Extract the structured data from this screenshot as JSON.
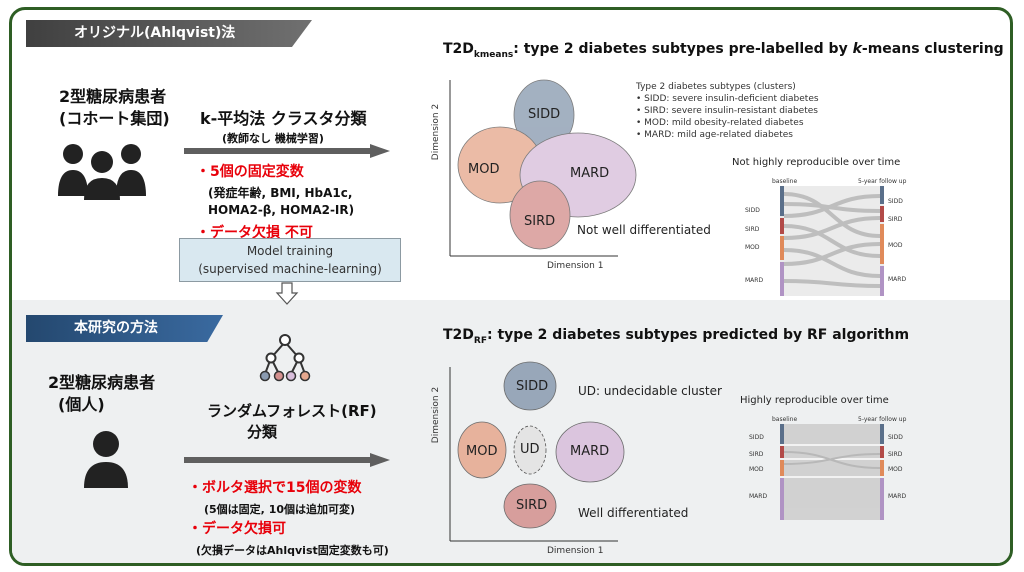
{
  "top": {
    "tag": "オリジナル(Ahlqvist)法",
    "patient_line1": "2型糖尿病患者",
    "patient_line2": "(コホート集団)",
    "method_title": "k-平均法 クラスタ分類",
    "method_sub": "(教師なし 機械学習)",
    "bullet1": "・5個の固定変数",
    "vars_line1": "(発症年齢, BMI, HbA1c,",
    "vars_line2": "HOMA2-β, HOMA2-IR)",
    "bullet2": "・データ欠損 不可",
    "model_line1": "Model training",
    "model_line2": "(supervised machine-learning)",
    "title_main": "T2D",
    "title_sub": "kmeans",
    "title_rest": ": type 2 diabetes subtypes pre-labelled by ",
    "title_k": "k",
    "title_end": "-means clustering",
    "axis_y": "Dimension 2",
    "axis_x": "Dimension 1",
    "clusters": [
      "SIDD",
      "MOD",
      "MARD",
      "SIRD"
    ],
    "note": "Not well differentiated",
    "legend_title": "Type 2 diabetes subtypes (clusters)",
    "legend_items": [
      "SIDD: severe insulin-deficient diabetes",
      "SIRD: severe insulin-resistant diabetes",
      "MOD: mild obesity-related diabetes",
      "MARD: mild age-related diabetes"
    ],
    "flow_title": "Not highly reproducible over time",
    "flow_left": "baseline",
    "flow_right": "5-year follow up",
    "flow_labels": [
      "SIDD",
      "SIRD",
      "MOD",
      "MARD"
    ]
  },
  "bottom": {
    "tag": "本研究の方法",
    "patient_line1": "2型糖尿病患者",
    "patient_line2": "(個人)",
    "method_line1": "ランダムフォレスト(RF)",
    "method_line2": "分類",
    "bullet1": "・ボルタ選択で15個の変数",
    "bullet1_sub": "(5個は固定, 10個は追加可変)",
    "bullet2": "・データ欠損可",
    "bullet2_sub": "(欠損データはAhlqvist固定変数も可)",
    "title_main": "T2D",
    "title_sub": "RF",
    "title_rest": ": type 2 diabetes subtypes predicted by RF algorithm",
    "axis_y": "Dimension 2",
    "axis_x": "Dimension 1",
    "clusters": [
      "SIDD",
      "MOD",
      "UD",
      "MARD",
      "SIRD"
    ],
    "ud_note": "UD: undecidable cluster",
    "note": "Well differentiated",
    "flow_title": "Highly reproducible over time",
    "flow_left": "baseline",
    "flow_right": "5-year follow up",
    "flow_labels": [
      "SIDD",
      "SIRD",
      "MOD",
      "MARD"
    ]
  },
  "colors": {
    "frame": "#2e5e24",
    "red_text": "#e8000a",
    "sidd": "#8a9bb0",
    "mod": "#e6a88e",
    "mard": "#d8bedb",
    "sird": "#d4908e",
    "ud": "#e4e4e4"
  }
}
